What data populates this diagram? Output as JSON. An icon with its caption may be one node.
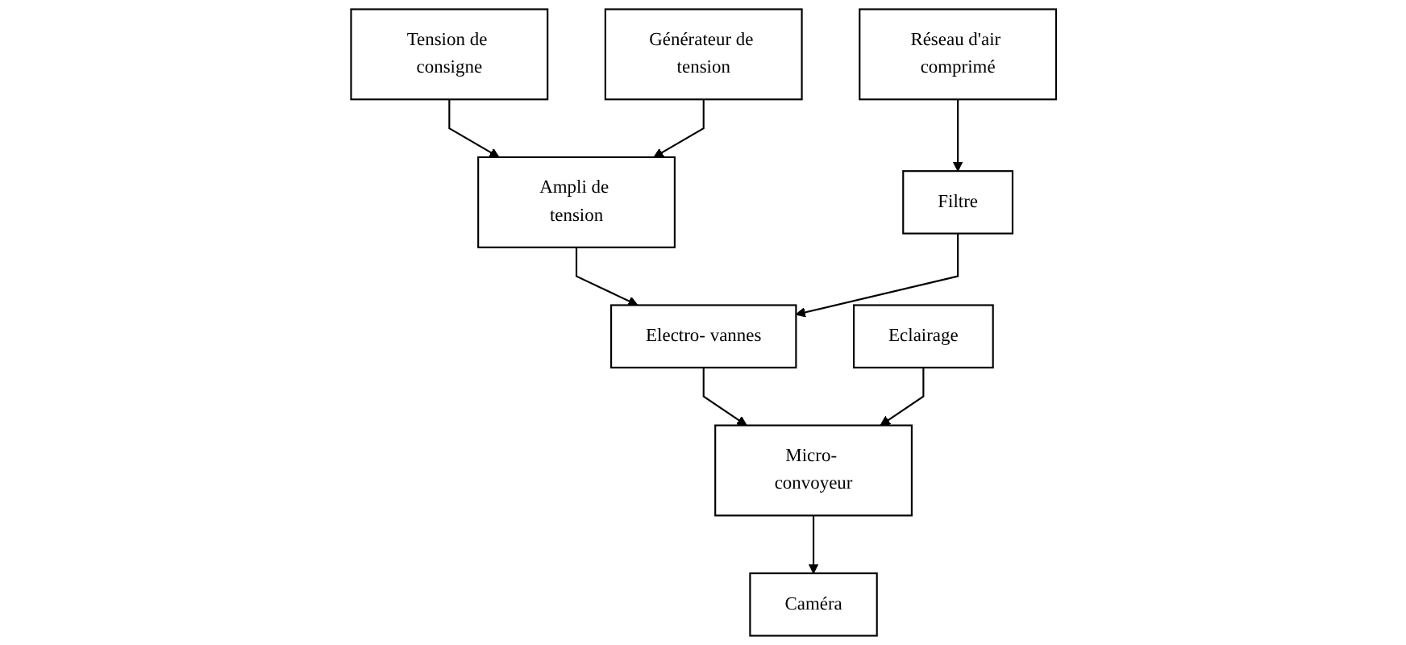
{
  "diagram": {
    "nodes": [
      {
        "text": [
          "Tension de consigne"
        ]
      },
      {
        "text": [
          "Ampli de tension"
        ]
      },
      {
        "text": [
          "Générateur de tension"
        ]
      },
      {
        "text": [
          "Caméra"
        ]
      },
      {
        "text": [
          "Réseau d'air comprimé"
        ]
      },
      {
        "text": [
          "Eclairage"
        ]
      },
      {
        "text": [
          "Micro- convoyeur"
        ]
      },
      {
        "text": [
          "Electro- vannes"
        ]
      },
      {
        "text": [
          "Filtre"
        ]
      }
    ],
    "edges": [
      {
        "from": 0,
        "to": 1,
        "arrow": "to"
      },
      {
        "from": 2,
        "to": 1,
        "arrow": "to"
      },
      {
        "from": 1,
        "to": 7,
        "arrow": "to"
      },
      {
        "from": 4,
        "to": 8,
        "arrow": "to"
      },
      {
        "from": 8,
        "to": 7,
        "arrow": "to"
      },
      {
        "from": 7,
        "to": 6,
        "arrow": "to"
      },
      {
        "from": 5,
        "to": 6,
        "arrow": "to"
      },
      {
        "from": 6,
        "to": 3,
        "arrow": "to"
      }
    ]
  }
}
